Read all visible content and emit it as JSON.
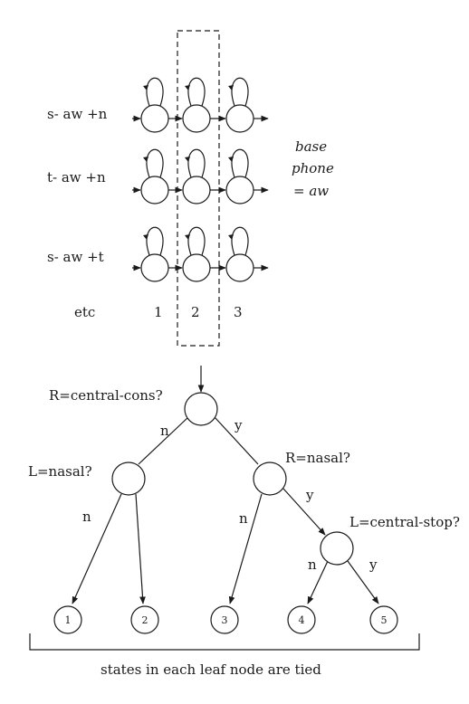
{
  "hmm": {
    "models": [
      "s- aw +n",
      "t- aw +n",
      "s- aw +t"
    ],
    "etc_label": "etc",
    "state_numbers": [
      "1",
      "2",
      "3"
    ],
    "base_phone": [
      "base",
      "phone",
      "= aw"
    ]
  },
  "tree": {
    "questions": {
      "root": "R=central-cons?",
      "left": "L=nasal?",
      "right": "R=nasal?",
      "right_right": "L=central-stop?"
    },
    "branch_labels": {
      "no": "n",
      "yes": "y"
    },
    "leaves": [
      "1",
      "2",
      "3",
      "4",
      "5"
    ],
    "caption": "states in each leaf node are tied"
  }
}
